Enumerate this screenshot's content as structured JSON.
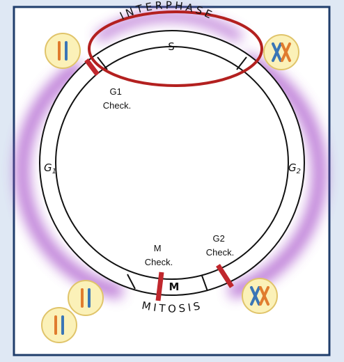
{
  "diagram": {
    "arc_top": "INTERPHASE",
    "arc_bottom": "MITOSIS",
    "phases": {
      "s": "S",
      "g1": "G",
      "g1_sub": "1",
      "g2": "G",
      "g2_sub": "2",
      "m": "M"
    },
    "checkpoints": {
      "g1": [
        "G1",
        "Check."
      ],
      "g2": [
        "G2",
        "Check."
      ],
      "m": [
        "M",
        "Check."
      ]
    },
    "colors": {
      "frame_bg": "#ffffff",
      "frame_border": "#1f3d6b",
      "glow": "#a64dc9",
      "checkpoint_bar": "#c0272d",
      "highlight_ellipse": "#b3201f",
      "token_bg": "#fbf1b8",
      "token_border": "#e0c46a",
      "chromosome_blue": "#3a76b6",
      "chromosome_orange": "#e07c2e"
    },
    "icons": {
      "unreplicated": "unreplicated-chromosomes-icon",
      "replicated": "replicated-chromosomes-icon"
    }
  }
}
